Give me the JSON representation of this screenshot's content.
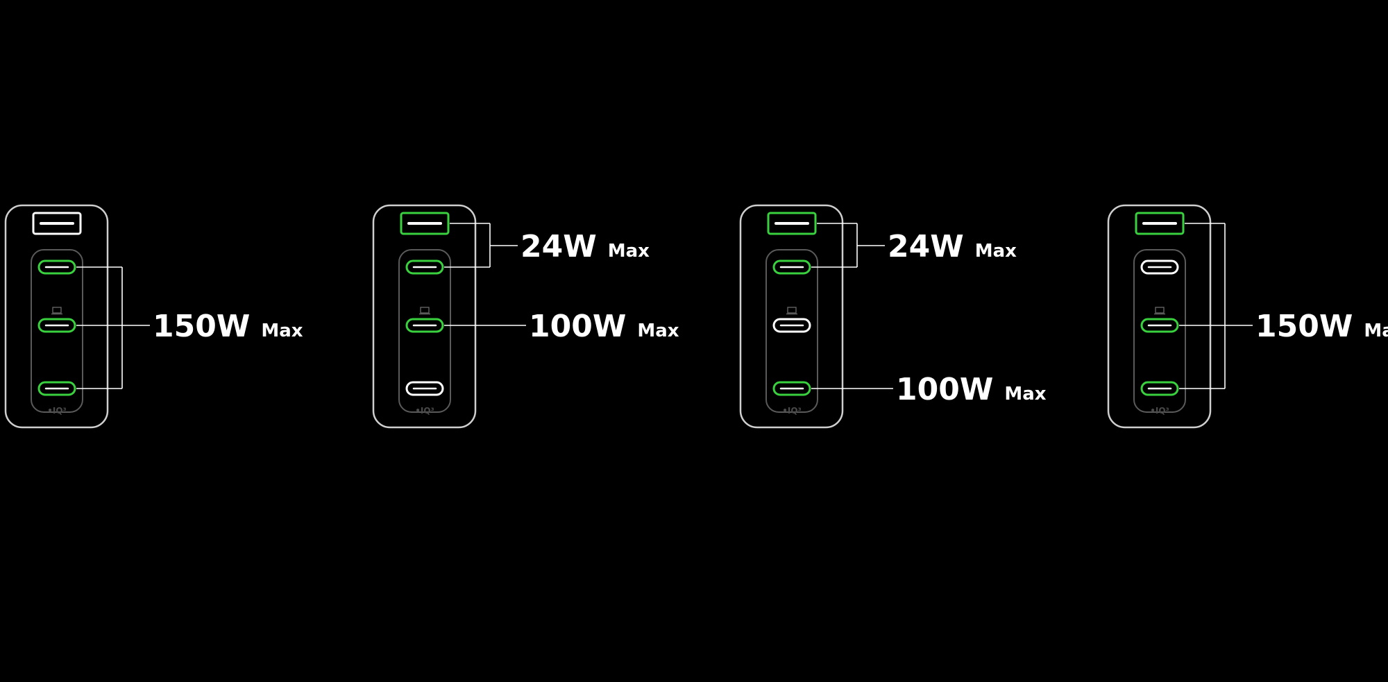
{
  "colors": {
    "background": "#000000",
    "active_port": "#3ad13f",
    "inactive_port": "#ffffff",
    "outline": "#cfcfcf",
    "inner_outline": "#5a5a5a",
    "label": "#ffffff"
  },
  "brand_mark": "•IQ³",
  "configurations": [
    {
      "id": "config-1",
      "ports": {
        "usb_a": false,
        "usb_c1": true,
        "usb_c2": true,
        "usb_c3": true
      },
      "labels": [
        {
          "watts": "150W",
          "unit": "Max",
          "group": [
            "usb_c1",
            "usb_c2",
            "usb_c3"
          ]
        }
      ]
    },
    {
      "id": "config-2",
      "ports": {
        "usb_a": true,
        "usb_c1": true,
        "usb_c2": true,
        "usb_c3": false
      },
      "labels": [
        {
          "watts": "24W",
          "unit": "Max",
          "group": [
            "usb_a",
            "usb_c1"
          ]
        },
        {
          "watts": "100W",
          "unit": "Max",
          "group": [
            "usb_c2"
          ]
        }
      ]
    },
    {
      "id": "config-3",
      "ports": {
        "usb_a": true,
        "usb_c1": true,
        "usb_c2": false,
        "usb_c3": true
      },
      "labels": [
        {
          "watts": "24W",
          "unit": "Max",
          "group": [
            "usb_a",
            "usb_c1"
          ]
        },
        {
          "watts": "100W",
          "unit": "Max",
          "group": [
            "usb_c3"
          ]
        }
      ]
    },
    {
      "id": "config-4",
      "ports": {
        "usb_a": true,
        "usb_c1": false,
        "usb_c2": true,
        "usb_c3": true
      },
      "labels": [
        {
          "watts": "150W",
          "unit": "Max",
          "group": [
            "usb_a",
            "usb_c2",
            "usb_c3"
          ]
        }
      ]
    }
  ]
}
